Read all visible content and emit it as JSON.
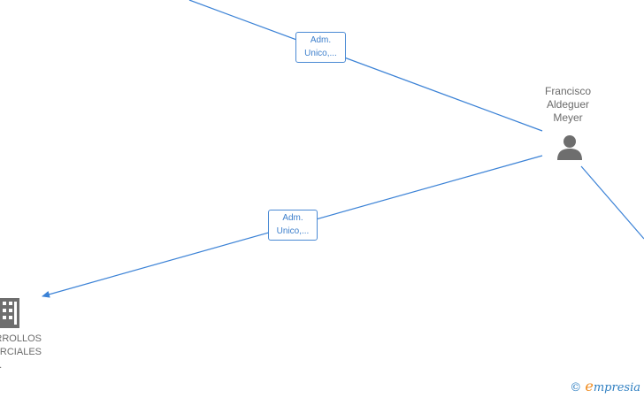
{
  "diagram": {
    "edges": [
      {
        "label_line1": "Adm.",
        "label_line2": "Unico,..."
      },
      {
        "label_line1": "Adm.",
        "label_line2": "Unico,..."
      }
    ],
    "person": {
      "name_line1": "Francisco",
      "name_line2": "Aldeguer",
      "name_line3": "Meyer",
      "icon": "person-icon"
    },
    "company": {
      "name_line1": "ARROLLOS",
      "name_line2": "RCIALES",
      "name_line3": "Y...",
      "icon": "building-icon"
    }
  },
  "watermark": {
    "copyright": "©",
    "brand_initial": "e",
    "brand_rest": "mpresia"
  },
  "colors": {
    "edge": "#3b82d6",
    "icon": "#6e6e6e",
    "label_text": "#6b6b6b"
  }
}
